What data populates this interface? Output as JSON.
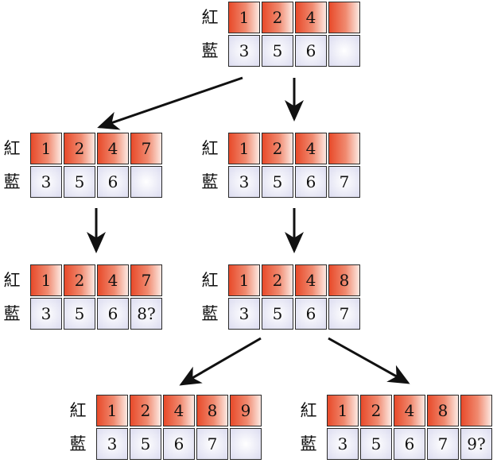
{
  "labels": {
    "red": "紅",
    "blue": "藍"
  },
  "colors": {
    "arrow": "#111111",
    "red_cell": "#e84a2a",
    "blue_cell": "#dcdcf0",
    "border": "#2a2a2a"
  },
  "states": [
    {
      "red": [
        "1",
        "2",
        "4",
        ""
      ],
      "blue": [
        "3",
        "5",
        "6",
        ""
      ]
    },
    {
      "red": [
        "1",
        "2",
        "4",
        "7"
      ],
      "blue": [
        "3",
        "5",
        "6",
        ""
      ]
    },
    {
      "red": [
        "1",
        "2",
        "4",
        ""
      ],
      "blue": [
        "3",
        "5",
        "6",
        "7"
      ]
    },
    {
      "red": [
        "1",
        "2",
        "4",
        "7"
      ],
      "blue": [
        "3",
        "5",
        "6",
        "8?"
      ]
    },
    {
      "red": [
        "1",
        "2",
        "4",
        "8"
      ],
      "blue": [
        "3",
        "5",
        "6",
        "7"
      ]
    },
    {
      "red": [
        "1",
        "2",
        "4",
        "8",
        "9"
      ],
      "blue": [
        "3",
        "5",
        "6",
        "7",
        ""
      ]
    },
    {
      "red": [
        "1",
        "2",
        "4",
        "8",
        ""
      ],
      "blue": [
        "3",
        "5",
        "6",
        "7",
        "9?"
      ]
    }
  ],
  "edges": [
    {
      "from": 0,
      "to": 1
    },
    {
      "from": 0,
      "to": 2
    },
    {
      "from": 1,
      "to": 3
    },
    {
      "from": 2,
      "to": 4
    },
    {
      "from": 4,
      "to": 5
    },
    {
      "from": 4,
      "to": 6
    }
  ]
}
